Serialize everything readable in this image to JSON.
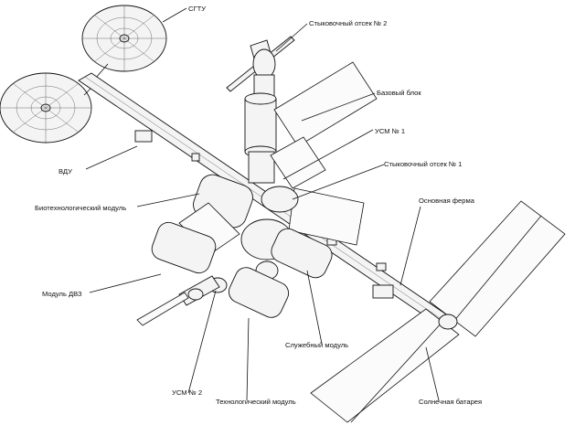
{
  "labels": {
    "sgtu": "СГТУ",
    "docking_2": "Стыковочный отсек № 2",
    "base_block": "Базовый блок",
    "usm_1": "УСМ № 1",
    "docking_1": "Стыковочный отсек № 1",
    "vdu": "ВДУ",
    "main_truss": "Основная ферма",
    "biotech_module": "Биотехнологический модуль",
    "dvz_module": "Модуль ДВЗ",
    "service_module": "Служебный модуль",
    "usm_2": "УСМ № 2",
    "tech_module": "Технологический модуль",
    "solar_battery": "Солнечная батарея"
  }
}
